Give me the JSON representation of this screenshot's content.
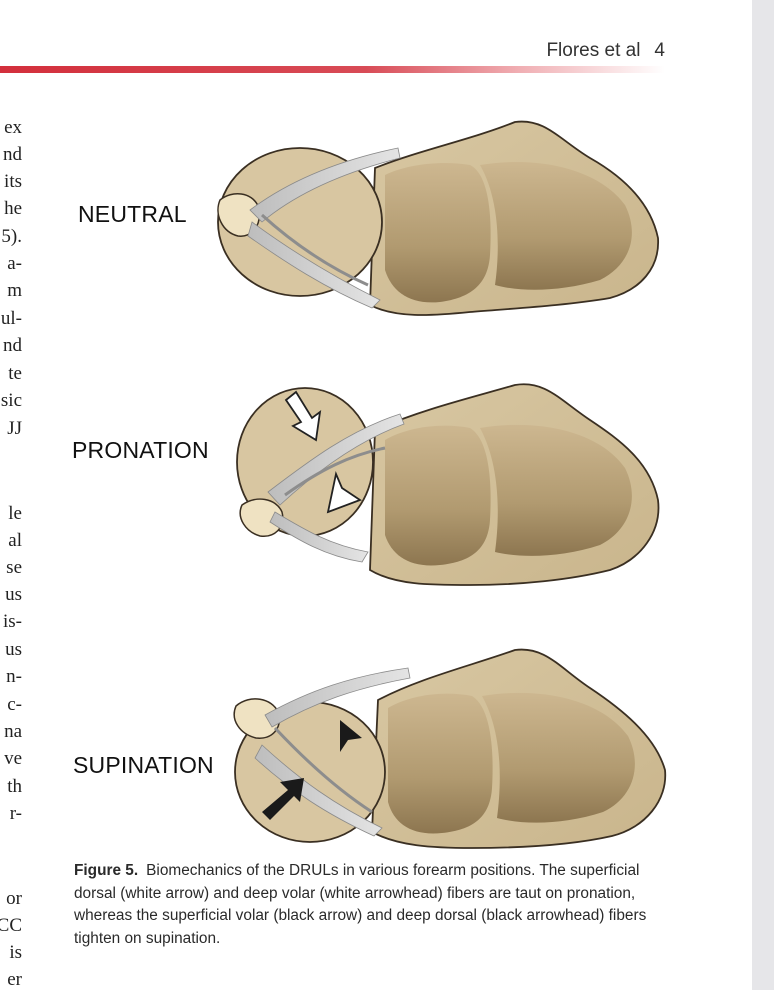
{
  "header": {
    "running_title": "Flores et al",
    "page_number": "4"
  },
  "left_column_fragments": [
    "ex",
    "nd",
    "its",
    "he",
    "5).",
    "a-",
    "m",
    "ul-",
    "nd",
    "te",
    "sic",
    "JJ",
    "le",
    "al",
    "se",
    "us",
    "is-",
    "us",
    "n-",
    "c-",
    "na",
    "ve",
    "th",
    "r-",
    "or",
    "CC",
    "is",
    "er"
  ],
  "figure": {
    "panels": [
      "NEUTRAL",
      "PRONATION",
      "SUPINATION"
    ],
    "caption_label": "Figure 5.",
    "caption_text": "Biomechanics of the DRULs in various forearm positions. The superficial dorsal (white arrow) and deep volar (white arrowhead) fibers are taut on pronation, whereas the superficial volar (black arrow) and deep dorsal (black arrowhead) fibers tighten on supination."
  },
  "colors": {
    "accent_bar": "#d32f3c",
    "bone": "#d9c8a5",
    "bone_outline": "#3a2f22",
    "ligament": "#c9c9c9"
  }
}
